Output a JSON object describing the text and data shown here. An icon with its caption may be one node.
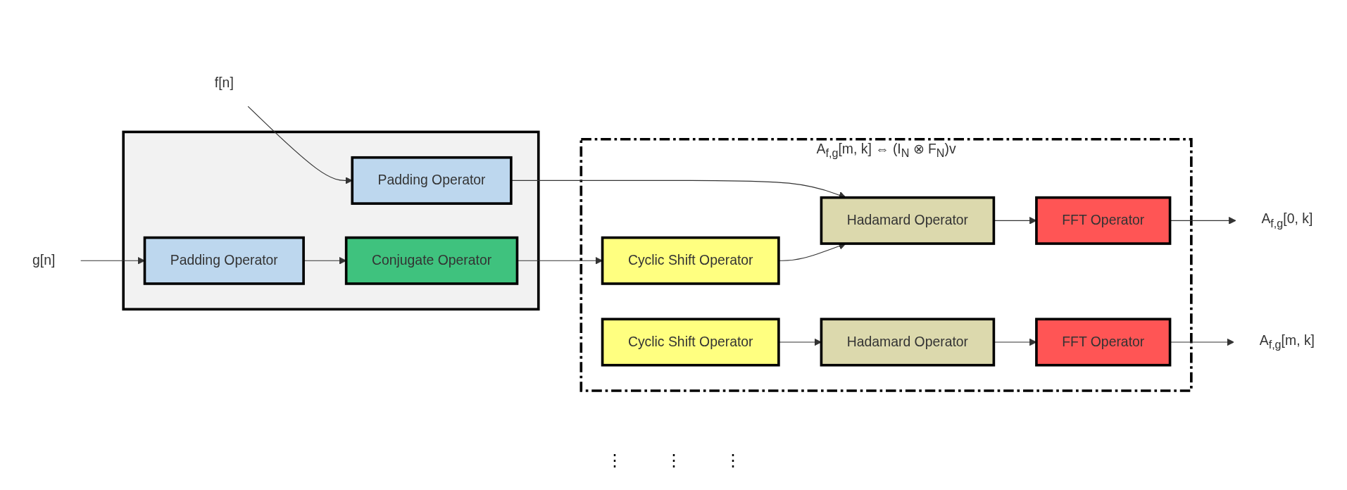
{
  "diagram": {
    "nodes": [
      {
        "text": [
          "f[n]"
        ]
      },
      {
        "text": [
          "g[n]"
        ]
      },
      {
        "text": [],
        "shape": "box"
      },
      {
        "text": [
          "Padding Operator"
        ],
        "in": 2
      },
      {
        "text": [
          "Padding Operator"
        ],
        "in": 2
      },
      {
        "text": [
          "Conjugate Operator"
        ],
        "in": 2
      },
      {
        "text": [
          "A$_{f,g}$[m, k] ⇔ (I$_{N}$ ⊗ F$_{N}$)v"
        ]
      },
      {
        "text": [
          "Cyclic Shift Operator"
        ],
        "in": 6
      },
      {
        "text": [
          "Hadamard Operator"
        ],
        "in": 6
      },
      {
        "text": [
          "FFT Operator"
        ],
        "in": 6
      },
      {
        "text": [
          "Cyclic Shift Operator"
        ],
        "in": 6
      },
      {
        "text": [
          "Hadamard Operator"
        ],
        "in": 6
      },
      {
        "text": [
          "FFT Operator"
        ],
        "in": 6
      },
      {
        "text": [
          "A$_{f,g}$[0, k]"
        ]
      },
      {
        "text": [
          "A$_{f,g}$[m, k]"
        ]
      }
    ],
    "edges": [
      {
        "from": 0,
        "to": 3,
        "arrow": "to"
      },
      {
        "from": 1,
        "to": 4,
        "arrow": "to"
      },
      {
        "from": 4,
        "to": 5,
        "arrow": "to"
      },
      {
        "from": 5,
        "to": 7,
        "arrow": "to"
      },
      {
        "from": 3,
        "to": 8,
        "arrow": "to"
      },
      {
        "from": 7,
        "to": 8,
        "arrow": "to"
      },
      {
        "from": 8,
        "to": 9,
        "arrow": "to"
      },
      {
        "from": 9,
        "to": 13,
        "arrow": "to"
      },
      {
        "from": 10,
        "to": 11,
        "arrow": "to"
      },
      {
        "from": 11,
        "to": 12,
        "arrow": "to"
      },
      {
        "from": 12,
        "to": 14,
        "arrow": "to"
      }
    ],
    "labels": [
      "⋮",
      "⋮",
      "⋮"
    ]
  }
}
